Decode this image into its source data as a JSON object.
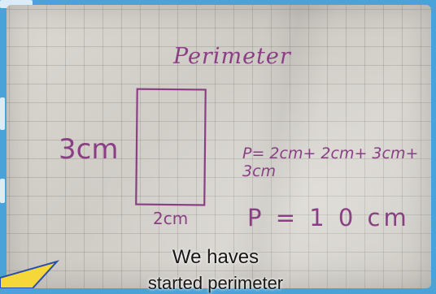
{
  "drawing": {
    "title": "Perimeter",
    "side_label": "3cm",
    "bottom_label": "2cm",
    "equation_1": "P= 2cm+ 2cm+ 3cm+ 3cm",
    "equation_2": "P = 1 0 cm"
  },
  "caption": {
    "line_1": "We haves",
    "line_2": "started perimeter"
  },
  "colors": {
    "ink": "#8a3f84",
    "background": "#4aa3d8",
    "corner_accent": "#f5d73a"
  }
}
